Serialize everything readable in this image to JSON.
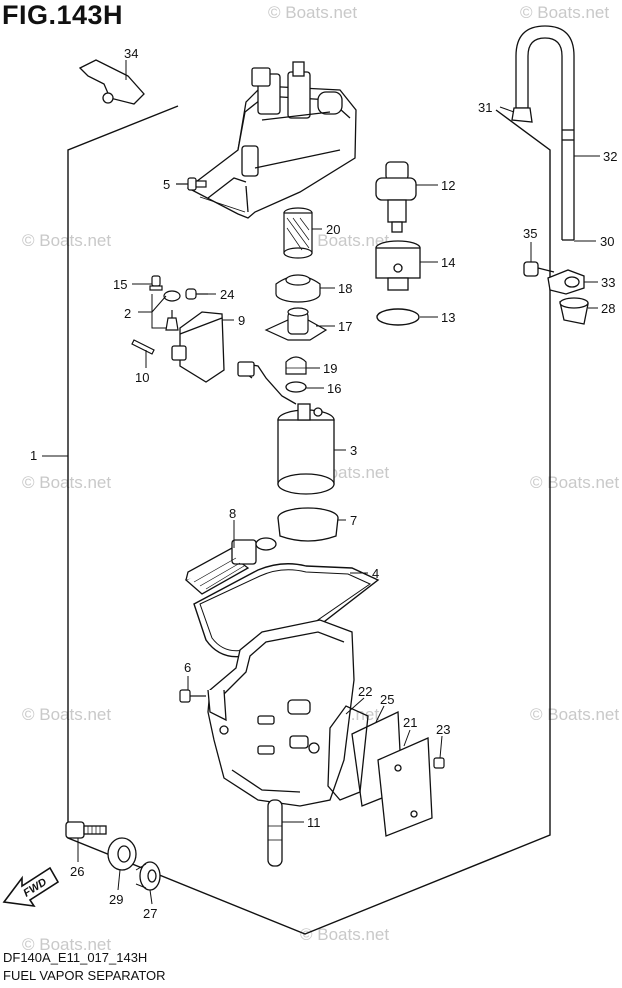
{
  "header": {
    "figure_title": "FIG.143H"
  },
  "footer": {
    "model_code": "DF140A_E11_017_143H",
    "section_name": "FUEL VAPOR SEPARATOR"
  },
  "direction": {
    "fwd_label": "FWD"
  },
  "watermark": {
    "text": "© Boats.net"
  },
  "callouts": [
    "1",
    "2",
    "3",
    "4",
    "5",
    "6",
    "7",
    "8",
    "9",
    "10",
    "11",
    "12",
    "13",
    "14",
    "15",
    "16",
    "17",
    "18",
    "19",
    "20",
    "21",
    "22",
    "23",
    "24",
    "25",
    "26",
    "27",
    "28",
    "29",
    "30",
    "31",
    "32",
    "33",
    "34",
    "35"
  ]
}
